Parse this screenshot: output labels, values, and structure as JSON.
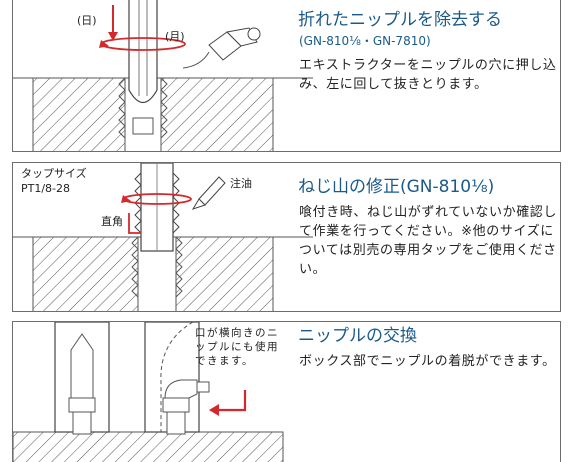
{
  "sections": [
    {
      "title": "折れたニップルを除去する",
      "subtitle": "(GN-810⅛・GN-7810)",
      "body": "エキストラクターをニップルの穴に押し込み、左に回して抜きとります。",
      "labels": {
        "push": "(日)",
        "turn": "(月)"
      }
    },
    {
      "title": "ねじ山の修正(GN-810⅛)",
      "body": "喰付き時、ねじ山がずれていないか確認して作業を行ってください。※他のサイズについては別売の専用タップをご使用ください。",
      "labels": {
        "tap_size_line1": "タップサイズ",
        "tap_size_line2": "PT1/8-28",
        "oil": "注油",
        "right_angle": "直角"
      }
    },
    {
      "title": "ニップルの交換",
      "body": "ボックス部でニップルの着脱ができます。",
      "note": "口が横向きのニップルにも使用できます。"
    }
  ],
  "colors": {
    "accent": "#d5282c",
    "title": "#1a5a8a",
    "border": "#6d6d6d",
    "hatch": "#555555"
  }
}
